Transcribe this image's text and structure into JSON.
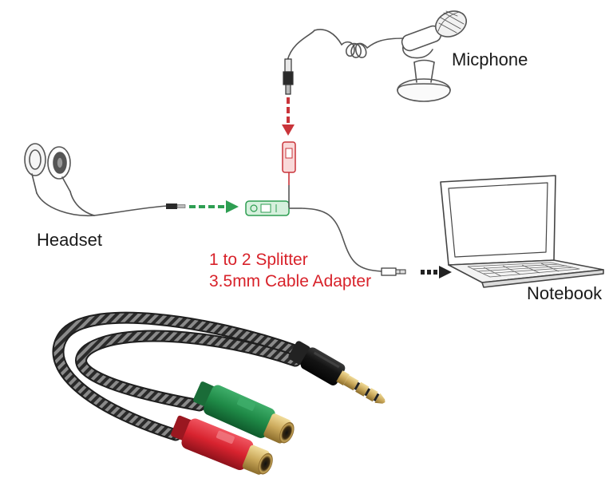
{
  "labels": {
    "microphone": "Micphone",
    "headset": "Headset",
    "notebook": "Notebook",
    "splitter_line1": "1 to 2 Splitter",
    "splitter_line2": "3.5mm Cable Adapter"
  },
  "colors": {
    "caption_red": "#d8222a",
    "connector_green": "#1f8a47",
    "connector_red": "#d8232f",
    "plug_black": "#141414",
    "plug_gold": "#caa85a",
    "arrow_green": "#2e9e52",
    "arrow_red": "#c9343a",
    "arrow_black": "#222222",
    "line_art": "#555555"
  },
  "icons": [
    "microphone-icon",
    "headset-icon",
    "notebook-icon",
    "splitter-icon",
    "audio-plug-icon"
  ]
}
